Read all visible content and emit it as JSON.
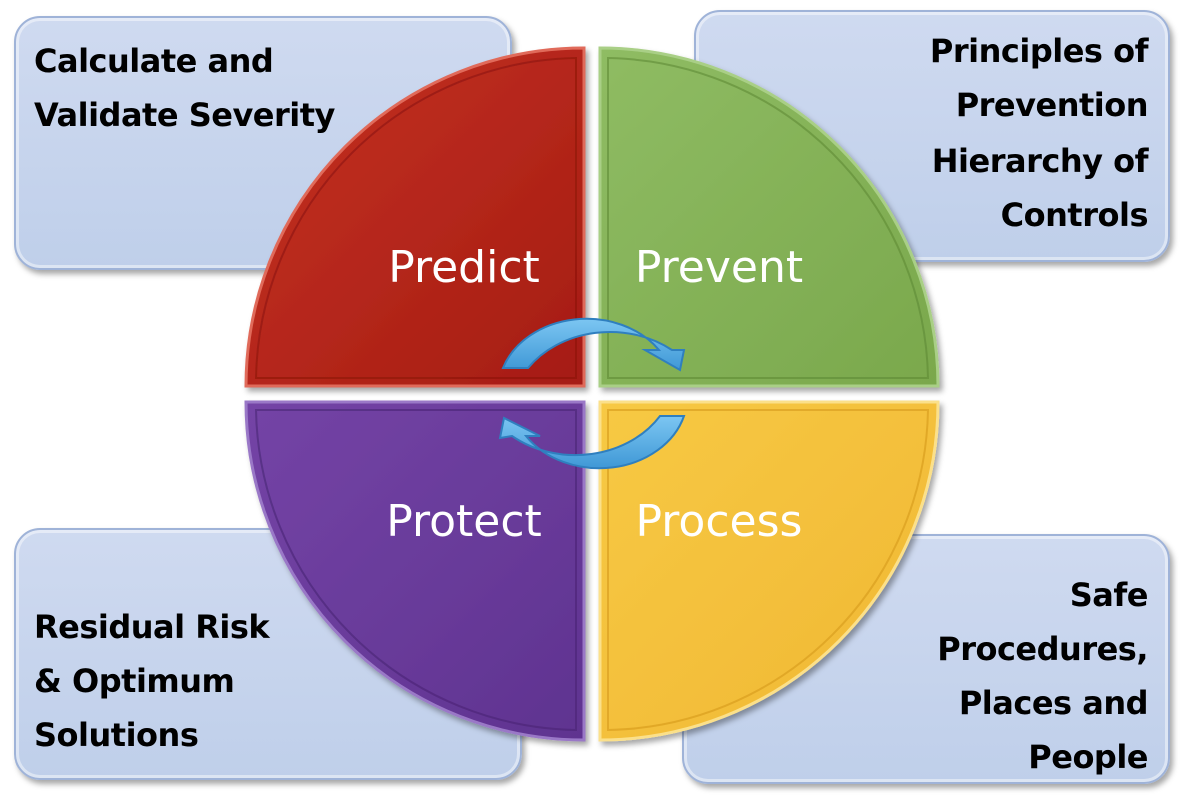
{
  "boxes": {
    "top_left": {
      "lines": [
        "Calculate and",
        "Validate Severity"
      ]
    },
    "top_right": {
      "lines": [
        "Principles of",
        "Prevention",
        "Hierarchy of",
        "Controls"
      ]
    },
    "bottom_left": {
      "lines": [
        "Residual Risk",
        "& Optimum",
        "Solutions"
      ]
    },
    "bottom_right": {
      "lines": [
        "Safe",
        "Procedures,",
        "Places and",
        "People"
      ]
    }
  },
  "quadrants": {
    "predict": {
      "label": "Predict",
      "color": "#b92418"
    },
    "prevent": {
      "label": "Prevent",
      "color": "#86b45a"
    },
    "protect": {
      "label": "Protect",
      "color": "#6b3c9c"
    },
    "process": {
      "label": "Process",
      "color": "#f5c23e"
    }
  },
  "arrows": {
    "color": "#4fa8e0",
    "direction": "clockwise"
  }
}
